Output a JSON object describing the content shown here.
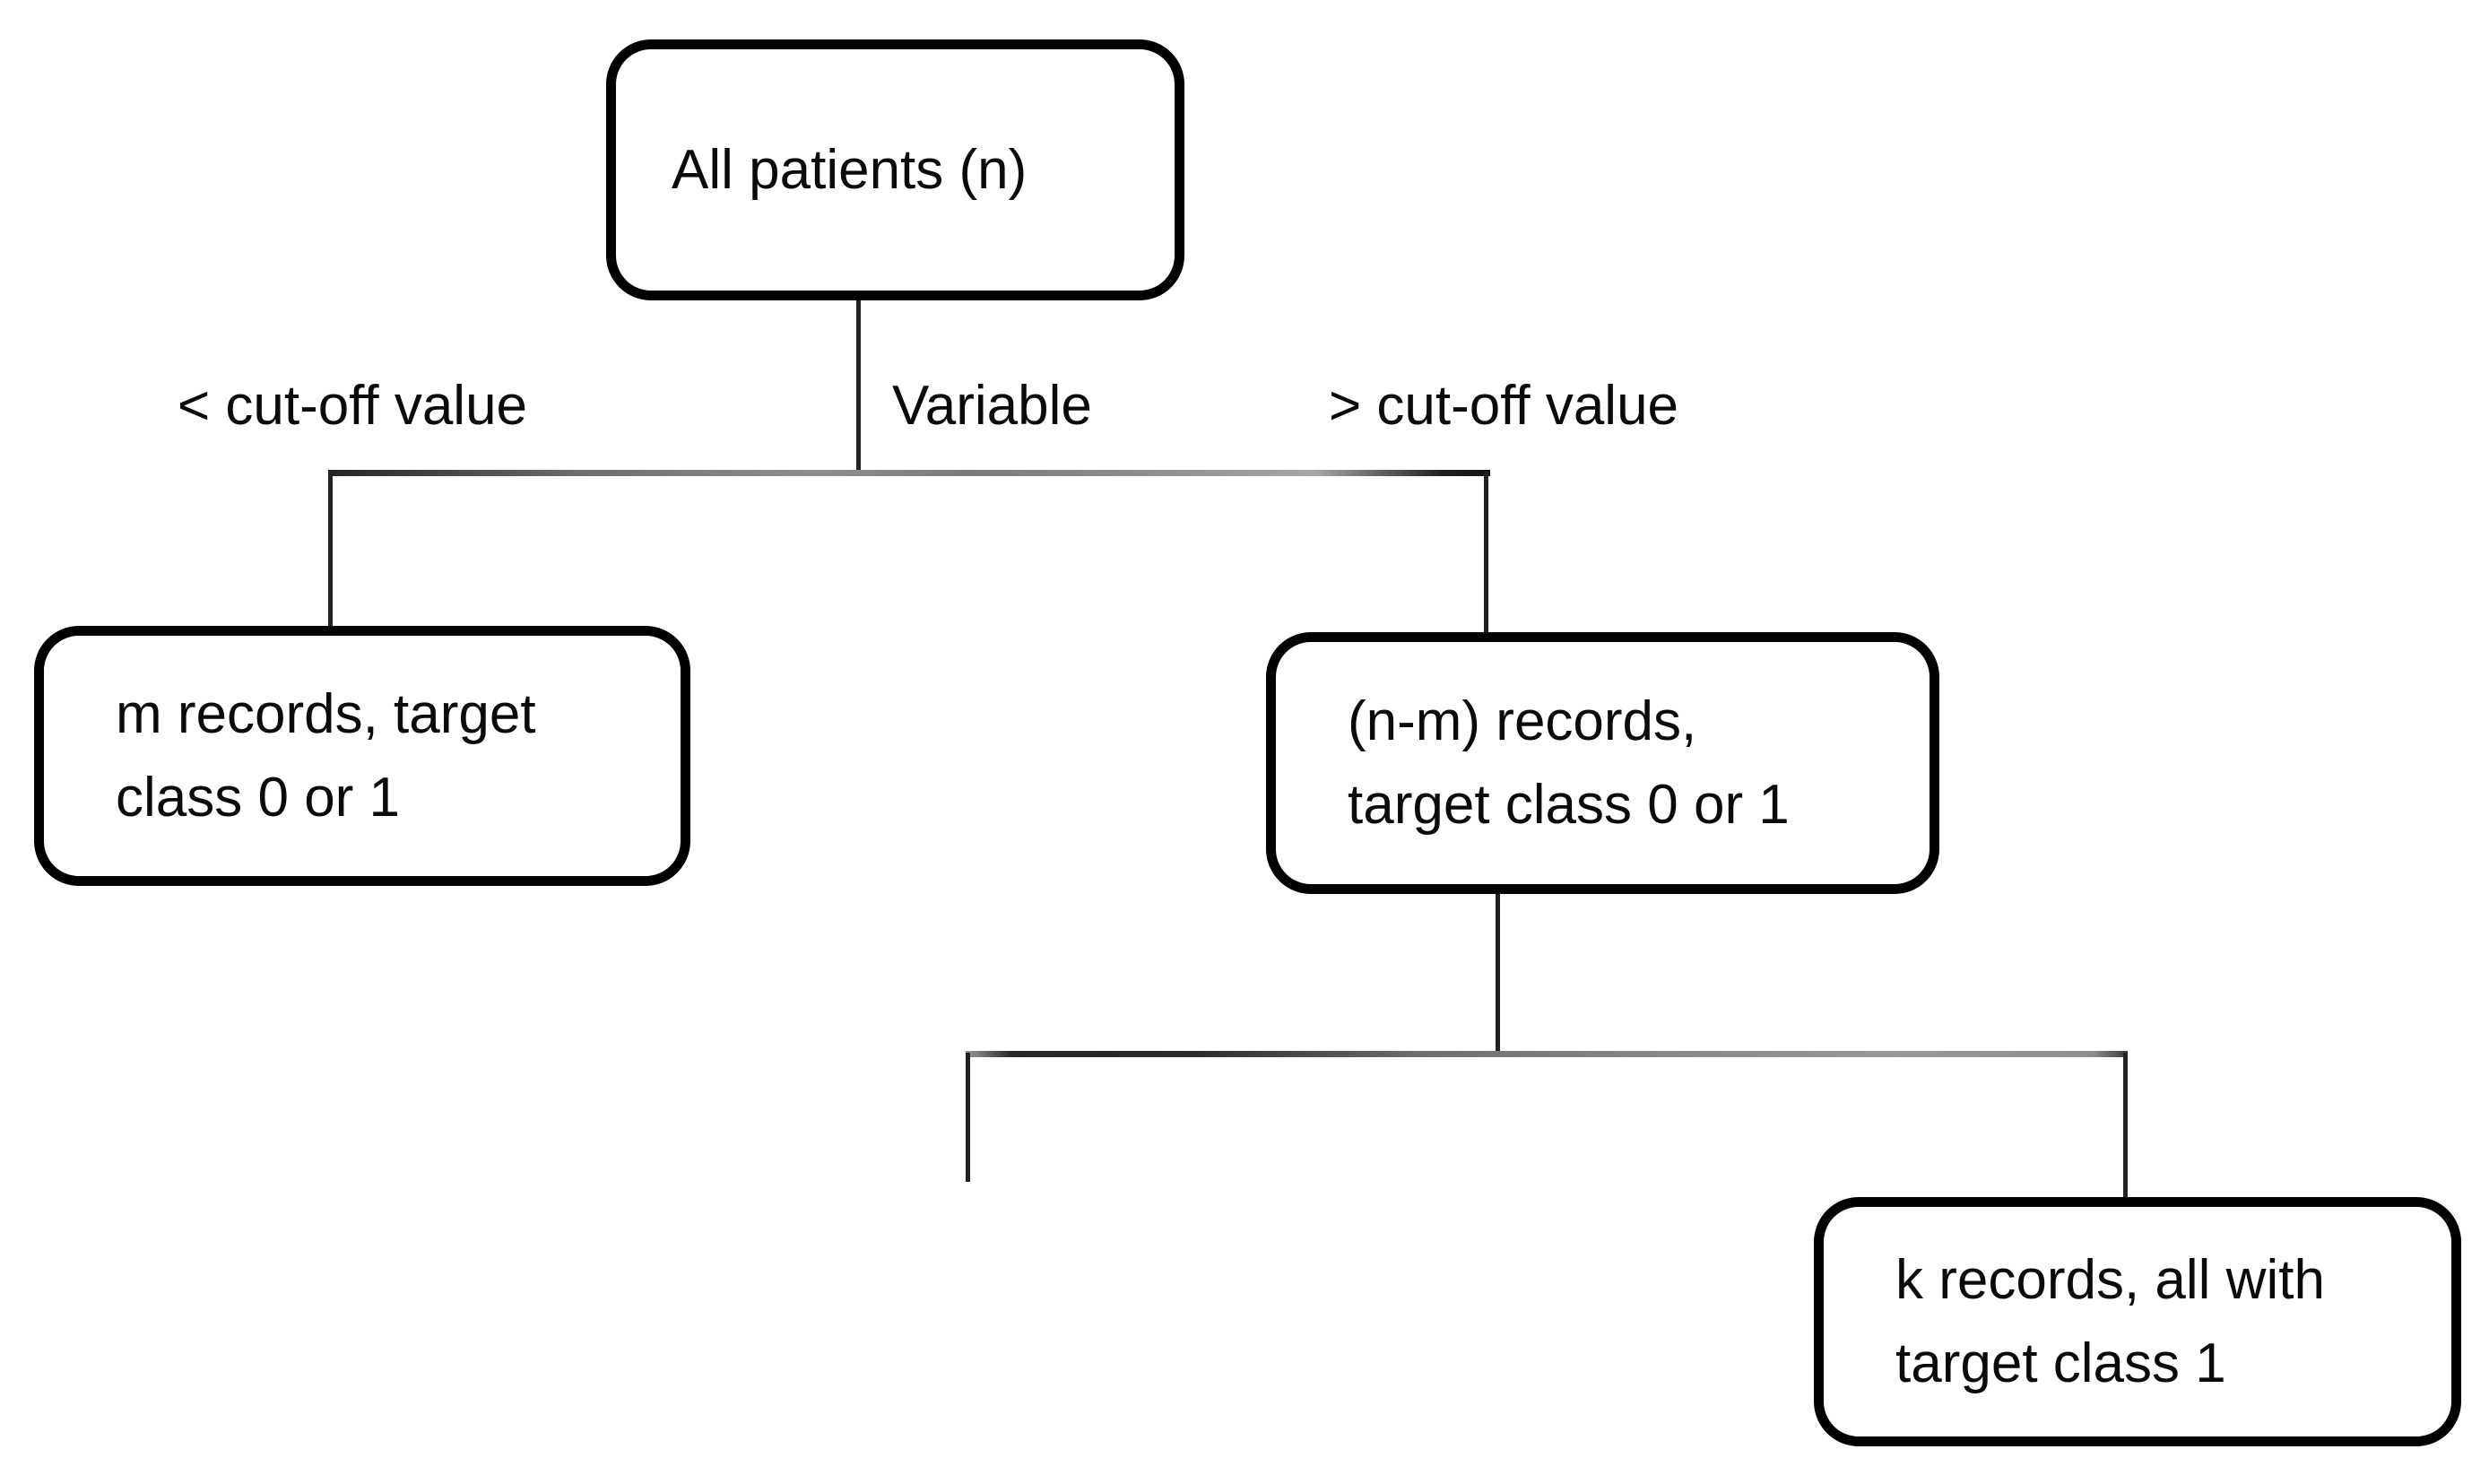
{
  "nodes": {
    "root": {
      "lines": [
        "All patients (n)"
      ]
    },
    "left": {
      "lines": [
        "m records, target",
        "class 0 or 1"
      ]
    },
    "right": {
      "lines": [
        "(n-m) records,",
        "target class 0 or 1"
      ]
    },
    "leaf": {
      "lines": [
        "k records, all with",
        "target class 1"
      ]
    }
  },
  "edge_labels": {
    "less_than": "< cut-off value",
    "variable": "Variable",
    "greater_than": "> cut-off value"
  },
  "colors": {
    "stroke": "#000000",
    "connector": "#222222",
    "split_line_gray": "#8a8a8a",
    "background": "#ffffff"
  }
}
